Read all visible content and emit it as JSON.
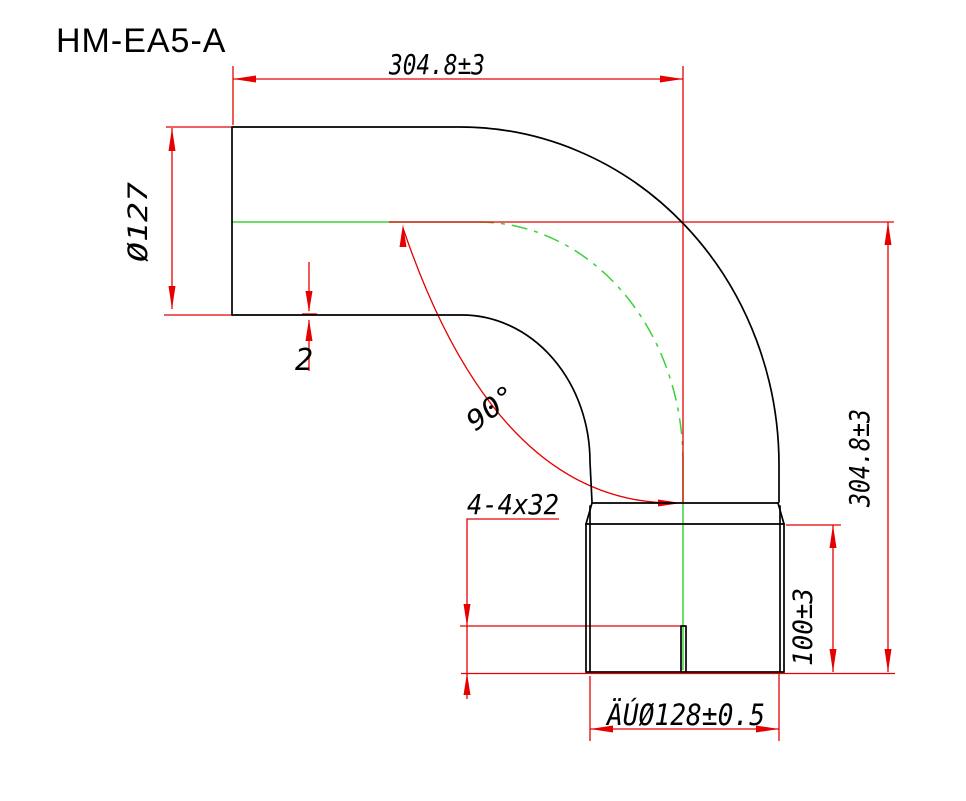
{
  "title": "HM-EA5-A",
  "colors": {
    "outline": "#000000",
    "dimension": "#e60000",
    "centerline": "#3bd13b"
  },
  "dimensions": {
    "top_width": "304.8±3",
    "pipe_outer_diameter": "Ø127",
    "wall_thickness": "2",
    "bend_angle": "90°",
    "slot_spec": "4-4x32",
    "right_height": "304.8±3",
    "socket_length": "100±3",
    "socket_inner_diameter": "ÄÚØ128±0.5"
  }
}
